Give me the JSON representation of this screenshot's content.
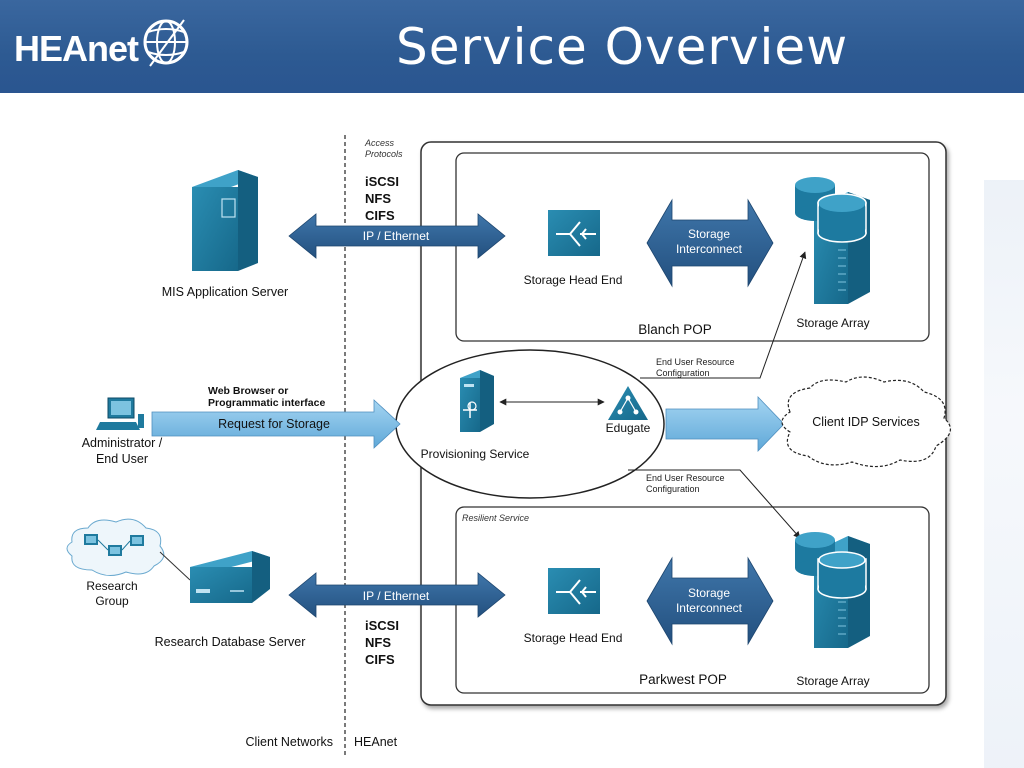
{
  "header": {
    "logo_text": "HEAnet",
    "title": "Service Overview"
  },
  "access_protocols": {
    "heading_line1": "Access",
    "heading_line2": "Protocols",
    "top": [
      "iSCSI",
      "NFS",
      "CIFS"
    ],
    "bottom": [
      "iSCSI",
      "NFS",
      "CIFS"
    ]
  },
  "links": {
    "ip_ethernet_top": "IP / Ethernet",
    "ip_ethernet_bottom": "IP / Ethernet"
  },
  "nodes": {
    "mis_server": "MIS Application Server",
    "admin_line1": "Administrator /",
    "admin_line2": "End User",
    "research_group_line1": "Research",
    "research_group_line2": "Group",
    "research_db": "Research Database Server",
    "storage_head_end_top": "Storage Head End",
    "storage_head_end_bottom": "Storage Head End",
    "storage_array_top": "Storage Array",
    "storage_array_bottom": "Storage Array",
    "provisioning": "Provisioning Service",
    "edugate": "Edugate",
    "client_idp": "Client IDP Services"
  },
  "interconnect": {
    "top_line1": "Storage",
    "top_line2": "Interconnect",
    "bottom_line1": "Storage",
    "bottom_line2": "Interconnect"
  },
  "pops": {
    "blanch": "Blanch POP",
    "parkwest": "Parkwest POP",
    "resilient": "Resilient Service"
  },
  "request": {
    "label_line1": "Web Browser or",
    "label_line2": "Programmatic interface",
    "arrow_label": "Request for Storage"
  },
  "resource_config": {
    "top_line1": "End User Resource",
    "top_line2": "Configuration",
    "bottom_line1": "End User Resource",
    "bottom_line2": "Configuration"
  },
  "footer": {
    "client_networks": "Client Networks",
    "heanet": "HEAnet"
  },
  "colors": {
    "header_bg": "#2d5a92",
    "icon_teal": "#1f7a9e",
    "arrow_blue": "#2e5d8e",
    "light_arrow": "#7cbde4",
    "panel_border": "#222222"
  }
}
